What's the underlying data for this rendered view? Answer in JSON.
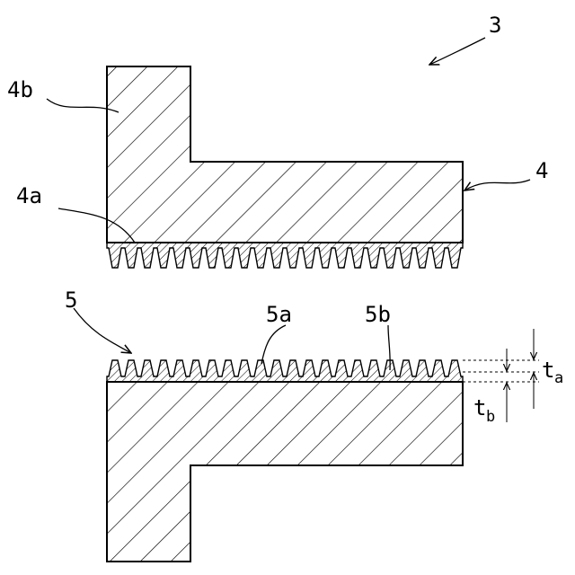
{
  "figure": {
    "labels": {
      "assembly": "3",
      "housing": "4",
      "inner_surface": "4a",
      "flange": "4b",
      "tube": "5",
      "tube_teeth": "5a",
      "tube_coating": "5b",
      "thickness_a_t": "t",
      "thickness_a_sub": "a",
      "thickness_b_t": "t",
      "thickness_b_sub": "b"
    }
  }
}
